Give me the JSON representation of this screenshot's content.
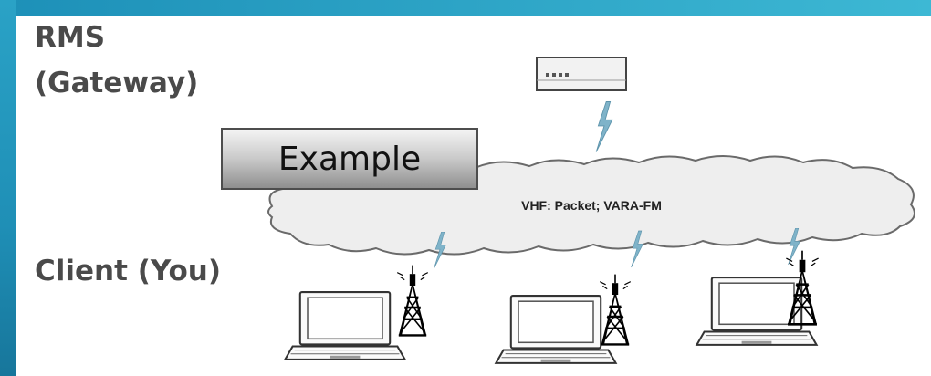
{
  "labels": {
    "rms": "RMS",
    "gateway": "(Gateway)",
    "client": "Client (You)"
  },
  "example_box": {
    "text": "Example"
  },
  "cloud": {
    "text": "VHF: Packet; VARA-FM"
  },
  "colors": {
    "frame": "#1f8fb6",
    "label_text": "#4a4a4a",
    "lightning": "#7fb3c9",
    "cloud_fill": "#eeeeee",
    "cloud_stroke": "#6a6a6a"
  },
  "icons": {
    "gateway": "gateway-modem-icon",
    "client_laptop": "laptop-icon",
    "client_tower": "radio-tower-icon",
    "link": "lightning-bolt-icon"
  }
}
